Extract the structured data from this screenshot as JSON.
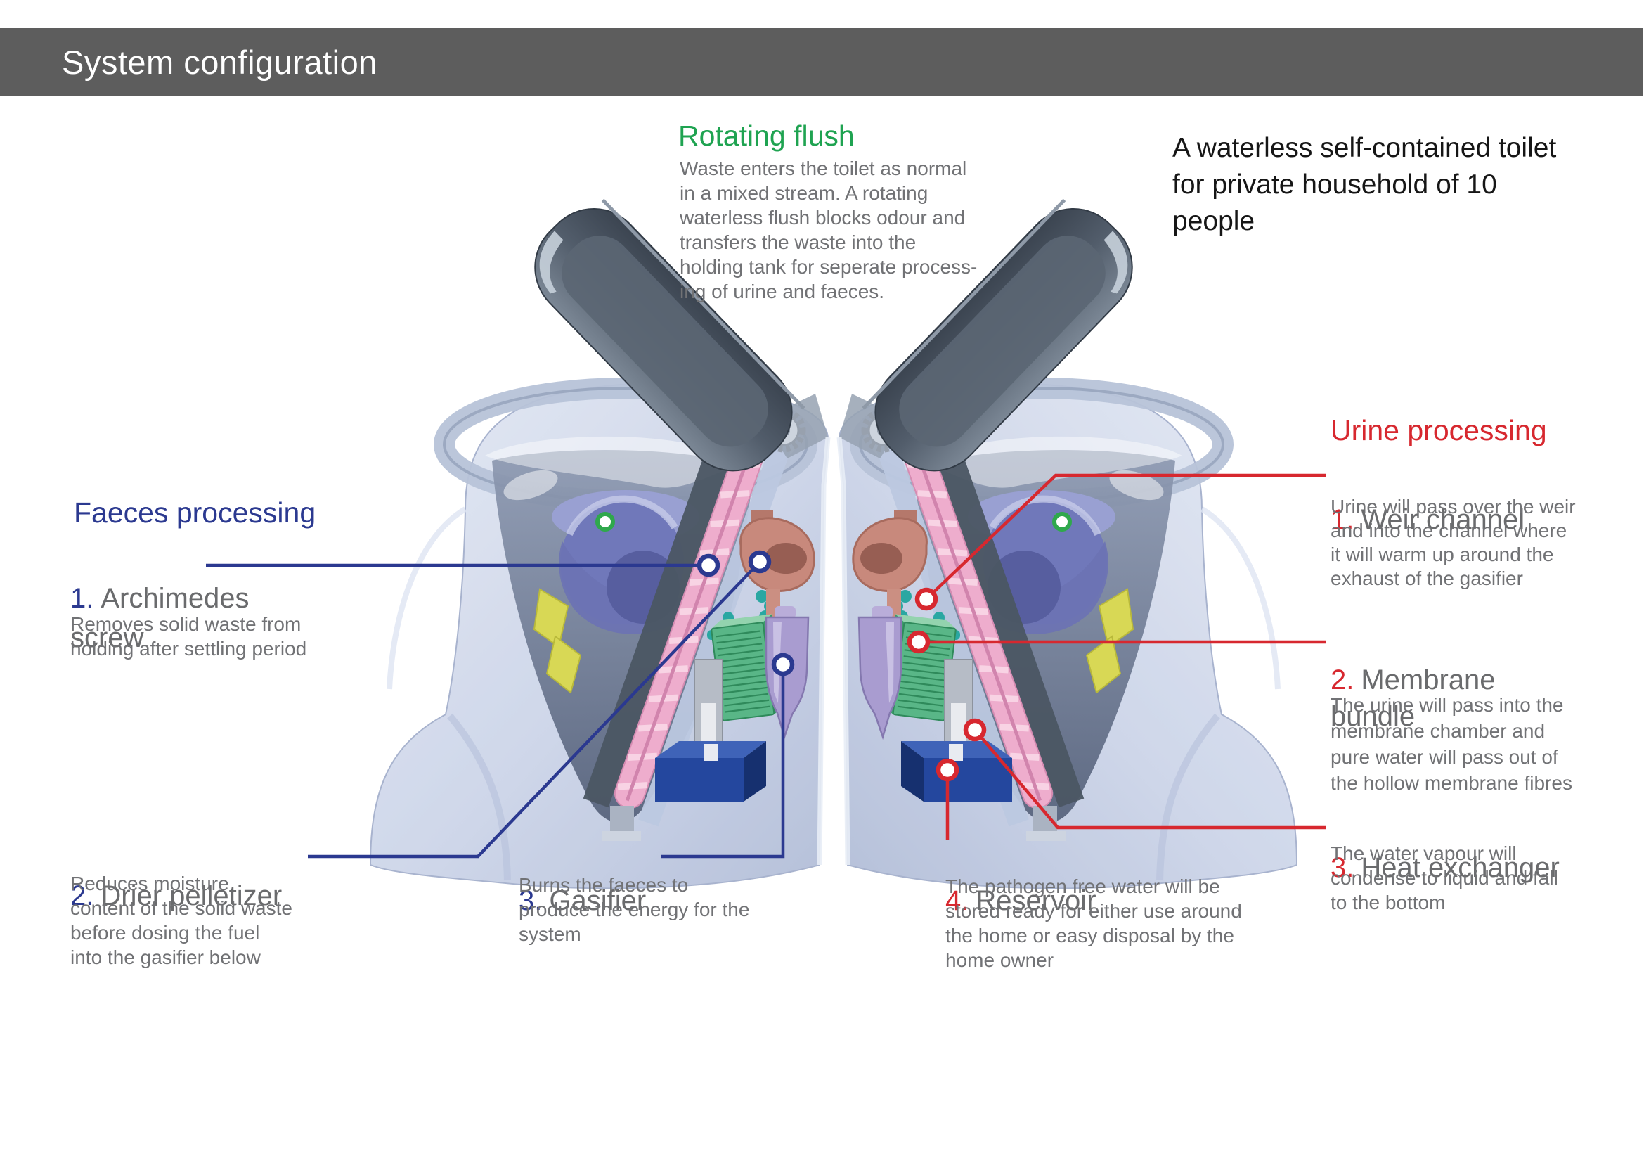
{
  "header": {
    "title": "System configuration",
    "bg_color": "#5d5d5d",
    "text_color": "#ffffff"
  },
  "tagline": {
    "text": "A waterless self-contained toilet\nfor private household of 10\npeople"
  },
  "rotating_flush": {
    "title": "Rotating flush",
    "body": "Waste enters the toilet as normal\nin a mixed stream. A rotating\nwaterless flush blocks odour and\ntransfers the waste into the\nholding tank for seperate process-\ning of urine and faeces."
  },
  "faeces": {
    "heading": "Faeces processing",
    "items": [
      {
        "num": "1.",
        "title": "Archimedes\nscrew",
        "desc": "Removes solid waste from\nholding after settling period"
      },
      {
        "num": "2.",
        "title": "Drier pelletizer",
        "desc": "Reduces moisture\ncontent of the solid waste\nbefore dosing the fuel\ninto the gasifier below"
      },
      {
        "num": "3.",
        "title": "Gasifier",
        "desc": "Burns the faeces to\nproduce the energy for the\nsystem"
      }
    ]
  },
  "urine": {
    "heading": "Urine processing",
    "items": [
      {
        "num": "1.",
        "title": "Weir channel",
        "desc": "Urine will pass over the weir\nand into the channel where\nit will warm up around the\nexhaust of the gasifier"
      },
      {
        "num": "2.",
        "title": "Membrane\nbundle",
        "desc": "The urine will pass into the\nmembrane chamber and\npure water will pass out of\nthe hollow membrane fibres"
      },
      {
        "num": "3.",
        "title": "Heat exchanger",
        "desc": "The water vapour will\ncondense to liquid and fall\nto the bottom"
      },
      {
        "num": "4.",
        "title": "Reservoir",
        "desc": "The pathogen free water will be\nstored ready for either use around\nthe home or easy disposal by the\nhome owner"
      }
    ]
  },
  "colors": {
    "accent_green": "#1fa351",
    "accent_blue": "#2b3990",
    "accent_red": "#d7282f",
    "heading_gray": "#6a6b6d",
    "body_gray": "#717275",
    "header_bar": "#5d5d5d"
  },
  "illustration": {
    "markers": [
      "rotating-flush-marker-left",
      "rotating-flush-marker-right",
      "archimedes-screw-marker",
      "drier-pelletizer-marker",
      "gasifier-marker",
      "weir-channel-marker",
      "membrane-bundle-marker",
      "heat-exchanger-marker",
      "reservoir-marker"
    ]
  }
}
